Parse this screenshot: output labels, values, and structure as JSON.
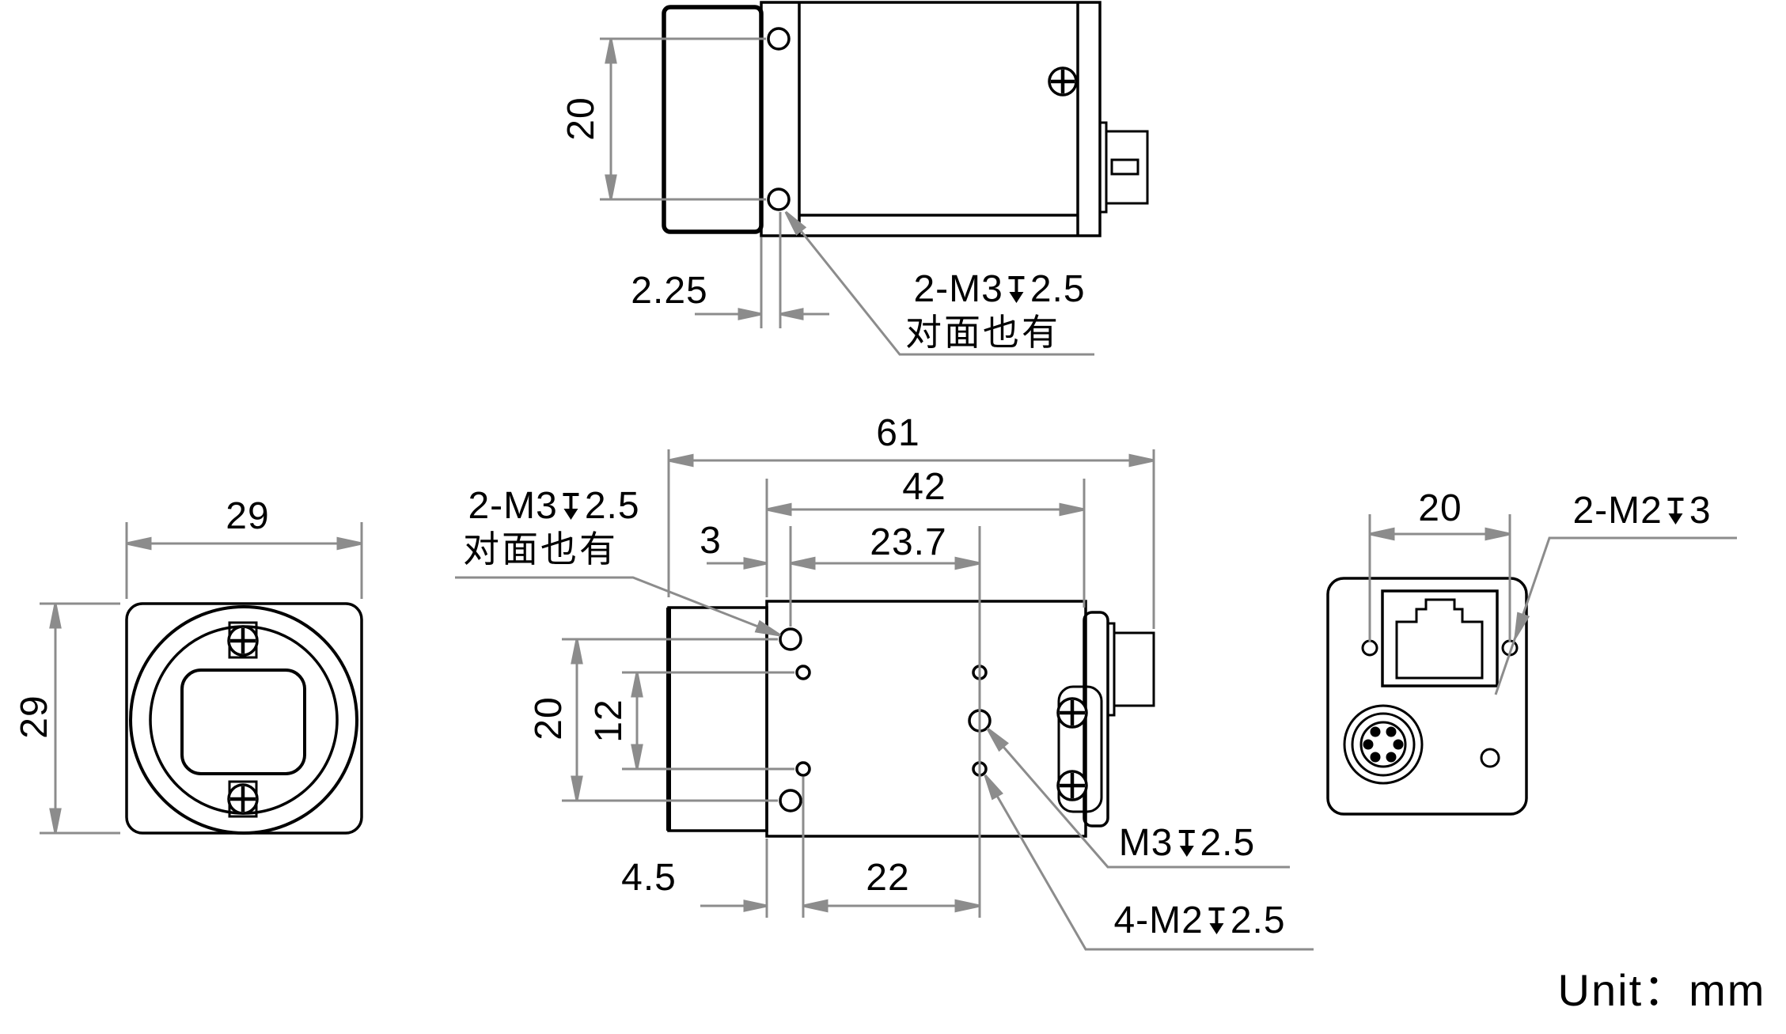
{
  "drawing": {
    "type": "camera-dimension-drawing",
    "unit_label": "Unit：mm",
    "colors": {
      "line": "#000000",
      "dimension": "#8c8c8c",
      "text": "#000000"
    },
    "labels": {
      "top_hole_span": {
        "text": "20"
      },
      "top_hole_offset": {
        "text": "2.25"
      },
      "top_thread": {
        "before": "2-M3",
        "depth": "2.5",
        "note": "对面也有"
      },
      "mid_total_length": {
        "text": "61"
      },
      "mid_body_length": {
        "text": "42"
      },
      "mid_hole_offset": {
        "text": "3"
      },
      "mid_center_hole_offset": {
        "text": "23.7"
      },
      "mid_thread_side": {
        "before": "2-M3",
        "depth": "2.5",
        "note": "对面也有"
      },
      "mid_hole_span_v": {
        "text": "20"
      },
      "mid_m2_span_v": {
        "text": "12"
      },
      "mid_m2_offset": {
        "text": "4.5"
      },
      "mid_m2_span_h": {
        "text": "22"
      },
      "mid_center_thread": {
        "before": "M3",
        "depth": "2.5"
      },
      "mid_m2_thread": {
        "before": "4-M2",
        "depth": "2.5"
      },
      "front_width": {
        "text": "29"
      },
      "front_height": {
        "text": "29"
      },
      "back_hole_span": {
        "text": "20"
      },
      "back_thread": {
        "before": "2-M2",
        "depth": "3"
      }
    }
  }
}
